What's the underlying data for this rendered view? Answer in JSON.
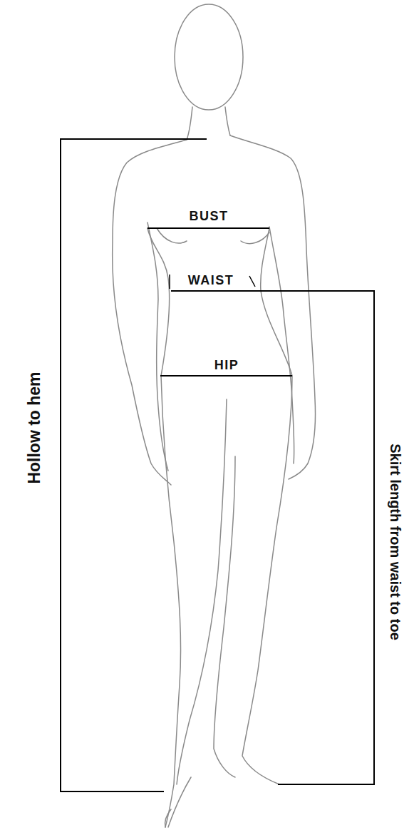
{
  "diagram": {
    "labels": [
      "BUST",
      "WAIST",
      "HIP",
      "Hollow to hem",
      "Skirt length from waist to toe"
    ]
  }
}
